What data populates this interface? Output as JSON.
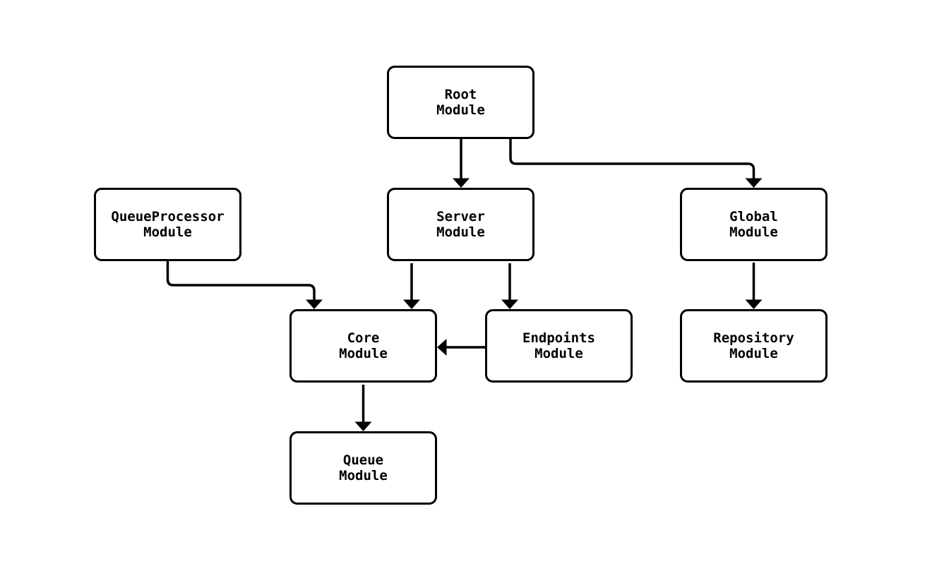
{
  "diagram": {
    "background_color": "#ffffff",
    "stroke_color": "#000000",
    "node_fill_color": "#ffffff",
    "nodes": [
      {
        "id": "root",
        "label": "Root\nModule"
      },
      {
        "id": "queueprocessor",
        "label": "QueueProcessor\nModule"
      },
      {
        "id": "server",
        "label": "Server\nModule"
      },
      {
        "id": "global",
        "label": "Global\nModule"
      },
      {
        "id": "core",
        "label": "Core\nModule"
      },
      {
        "id": "endpoints",
        "label": "Endpoints\nModule"
      },
      {
        "id": "repository",
        "label": "Repository\nModule"
      },
      {
        "id": "queue",
        "label": "Queue\nModule"
      }
    ],
    "edges": [
      {
        "from": "Root Module",
        "to": "Server Module"
      },
      {
        "from": "Root Module",
        "to": "Global Module"
      },
      {
        "from": "QueueProcessor Module",
        "to": "Core Module"
      },
      {
        "from": "Server Module",
        "to": "Core Module"
      },
      {
        "from": "Server Module",
        "to": "Endpoints Module"
      },
      {
        "from": "Endpoints Module",
        "to": "Core Module"
      },
      {
        "from": "Global Module",
        "to": "Repository Module"
      },
      {
        "from": "Core Module",
        "to": "Queue Module"
      }
    ]
  }
}
